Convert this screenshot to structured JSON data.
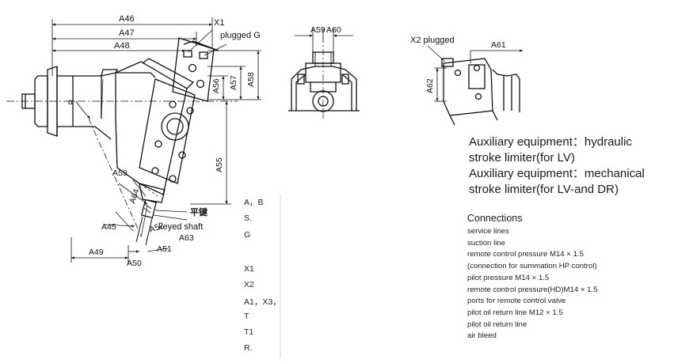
{
  "dimension_labels": {
    "A46": "A46",
    "A47": "A47",
    "A48": "A48",
    "A49": "A49",
    "A50": "A50",
    "A51": "A51",
    "A52": "A52",
    "A53": "A53",
    "A55": "A55",
    "A56": "A56",
    "A57": "A57",
    "A58": "A58",
    "A59": "A59",
    "A60": "A60",
    "A61": "A61",
    "A62": "A62",
    "A63": "A63",
    "A64": "A64",
    "A45": "A45",
    "alpha": "α"
  },
  "callouts": {
    "x1": "X1",
    "plugged_g": "plugged G",
    "x2_plugged": "X2 plugged",
    "flat_key_cn": "平键",
    "keyed_shaft": "keyed shaft"
  },
  "auxiliary": [
    "Auxiliary equipment：hydraulic",
    "stroke limiter(for LV)",
    "Auxiliary equipment：mechanical",
    "stroke limiter(for LV-and DR)"
  ],
  "connections": {
    "title": "Connections",
    "items": [
      "service lines",
      "suction line",
      "remote control pressure M14 × 1.5",
      "(connection for summation HP control)",
      "pilot pressure M14 × 1.5",
      "remote control pressure(HD)M14 × 1.5",
      "ports for remote control valve",
      "pilot oil return line M12 × 1.5",
      "pilot oil return line",
      "air bleed"
    ]
  },
  "ports": [
    "A，B",
    "S.",
    "G",
    "X1",
    "X2",
    "A1，X3，",
    "T",
    "T1",
    "R."
  ]
}
